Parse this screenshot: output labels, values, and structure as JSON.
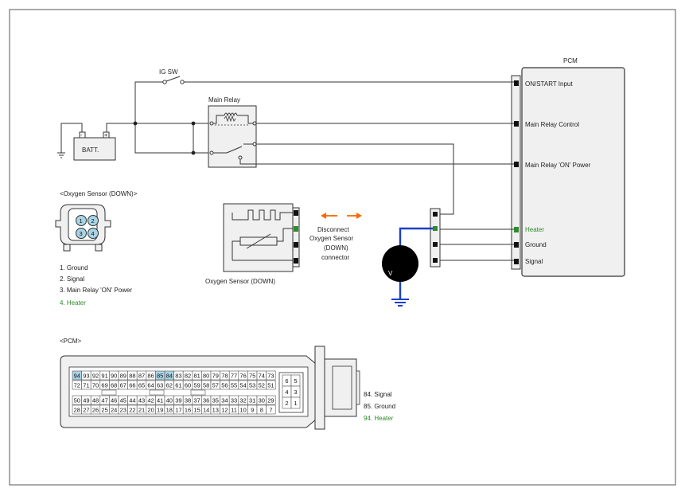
{
  "labels": {
    "ig_sw": "IG SW",
    "main_relay": "Main Relay",
    "batt": "BATT.",
    "batt_minus": "-",
    "batt_plus": "+",
    "pcm_title": "PCM",
    "voltmeter": "V"
  },
  "pcm_inputs": [
    "ON/START Input",
    "Main Relay Control",
    "Main Relay 'ON' Power",
    "Heater",
    "Ground",
    "Signal"
  ],
  "o2_sensor": {
    "title": "<Oxygen Sensor (DOWN)>",
    "pins": [
      "1",
      "2",
      "3",
      "4"
    ],
    "legend": [
      "1.  Ground",
      "2.  Signal",
      "3.   Main Relay 'ON' Power",
      "4.   Heater"
    ],
    "component_label": "Oxygen Sensor (DOWN)"
  },
  "disconnect_note": [
    "Disconnect",
    "Oxygen Sensor",
    "(DOWN)",
    "connector"
  ],
  "pcm_connector": {
    "title": "<PCM>",
    "row1": [
      "94",
      "93",
      "92",
      "91",
      "90",
      "89",
      "88",
      "87",
      "86",
      "85",
      "84",
      "83",
      "82",
      "81",
      "80",
      "79",
      "78",
      "77",
      "76",
      "75",
      "74",
      "73"
    ],
    "row2": [
      "72",
      "71",
      "70",
      "69",
      "68",
      "67",
      "66",
      "65",
      "64",
      "63",
      "62",
      "61",
      "60",
      "59",
      "58",
      "57",
      "56",
      "55",
      "54",
      "53",
      "52",
      "51"
    ],
    "row3": [
      "50",
      "49",
      "48",
      "47",
      "46",
      "45",
      "44",
      "43",
      "42",
      "41",
      "40",
      "39",
      "38",
      "37",
      "36",
      "35",
      "34",
      "33",
      "32",
      "31",
      "30",
      "29"
    ],
    "row4": [
      "28",
      "27",
      "26",
      "25",
      "24",
      "23",
      "22",
      "21",
      "20",
      "19",
      "18",
      "17",
      "16",
      "15",
      "14",
      "13",
      "12",
      "11",
      "10",
      "9",
      "8",
      "7"
    ],
    "small_block": [
      "6",
      "5",
      "4",
      "3",
      "2",
      "1"
    ],
    "highlighted": [
      "94",
      "85",
      "84"
    ],
    "legend": [
      "84.    Signal",
      "85.    Ground",
      "94.     Heater"
    ]
  },
  "colors": {
    "line": "#333333",
    "heater_green": "#2e8b2e",
    "ground_wire": "#1a3fcc",
    "arrow": "#ff6600",
    "pin_highlight": "#a8d4e6"
  }
}
